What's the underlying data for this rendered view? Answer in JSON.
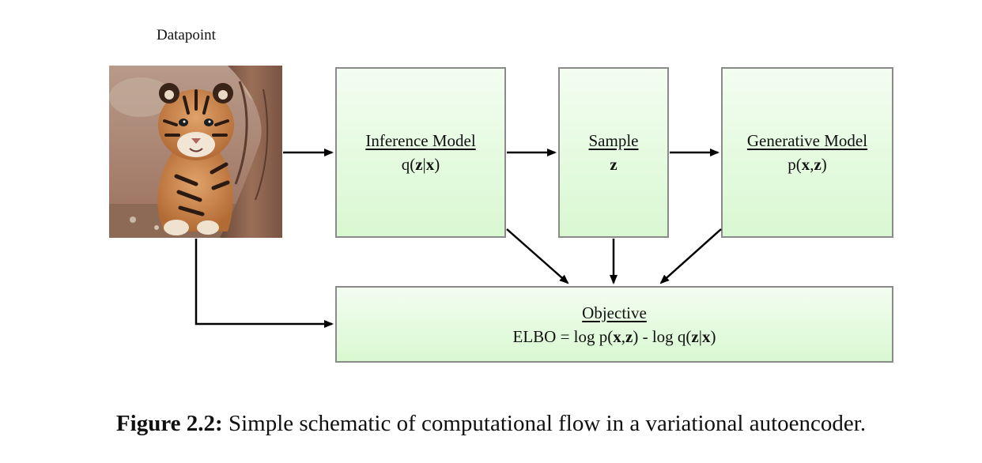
{
  "datapoint_label": "Datapoint",
  "inference": {
    "title": "Inference Model",
    "formula_pre": "q(",
    "formula_bold1": "z",
    "formula_mid": "|",
    "formula_bold2": "x",
    "formula_post": ")"
  },
  "sample": {
    "title": "Sample",
    "symbol": "z"
  },
  "generative": {
    "title": "Generative Model",
    "formula_pre": "p(",
    "formula_bold1": "x",
    "formula_mid": ",",
    "formula_bold2": "z",
    "formula_post": ")"
  },
  "objective": {
    "title": "Objective",
    "f1": "ELBO = log p(",
    "b1": "x",
    "f2": ",",
    "b2": "z",
    "f3": ") - log q(",
    "b3": "z",
    "f4": "|",
    "b4": "x",
    "f5": ")"
  },
  "caption": {
    "label": "Figure 2.2:",
    "text": " Simple schematic of computational flow in a variational autoencoder."
  },
  "colors": {
    "box_fill_top": "#f3fdf1",
    "box_fill_bottom": "#d9f8d1",
    "box_border": "#8a8a8a",
    "arrow": "#000000"
  },
  "icons": {
    "photo": "tiger-cub-photo"
  }
}
